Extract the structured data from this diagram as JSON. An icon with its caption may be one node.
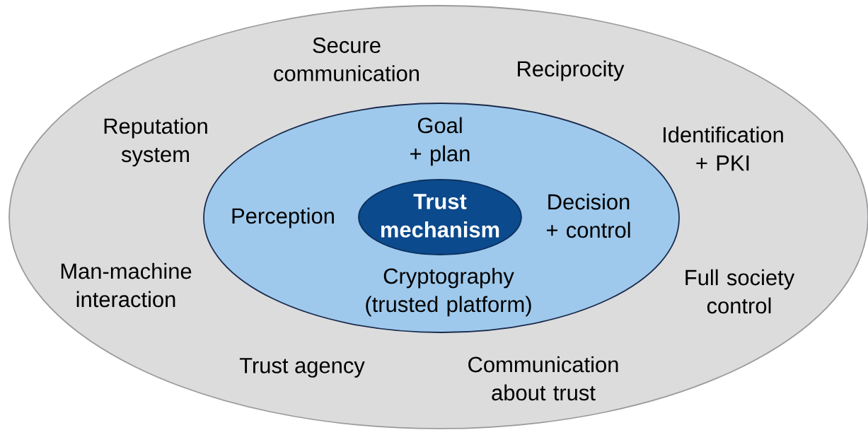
{
  "diagram": {
    "nodes": [
      {
        "text": [
          "Secure communication",
          "Reciprocity",
          "Reputation system",
          "Identification + PKI",
          "Man-machine interaction",
          "Full society control",
          "Trust agency",
          "Communication about trust"
        ]
      },
      {
        "text": [
          "Goal + plan",
          "Perception",
          "Decision + control",
          "Cryptography (trusted platform)"
        ],
        "in": 0
      },
      {
        "text": [
          "Trust mechanism"
        ],
        "in": 1
      }
    ]
  }
}
